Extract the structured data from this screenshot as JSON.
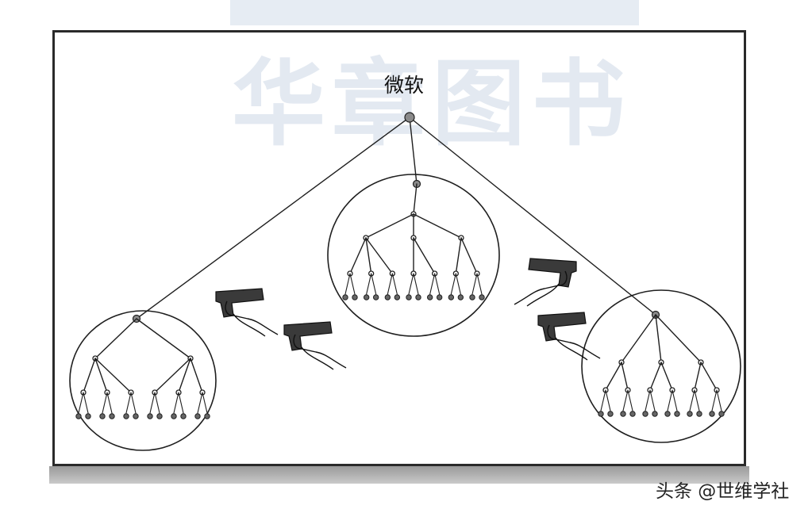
{
  "diagram": {
    "root_label": "微软",
    "org_units": [
      "left",
      "center",
      "right"
    ],
    "colors": {
      "ink": "#1f1f1f",
      "gun": "#3a3a3a",
      "frame": "#2a2a2a"
    }
  },
  "watermark": {
    "text": "华章图书"
  },
  "footer": {
    "caption": "头条 @世维学社"
  }
}
